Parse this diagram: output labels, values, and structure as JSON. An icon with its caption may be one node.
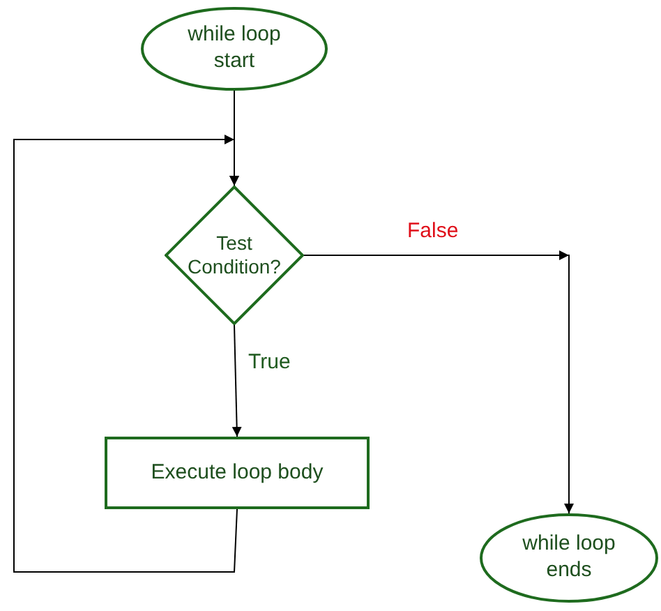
{
  "diagram": {
    "nodes": [
      {
        "text": [
          "while loop start"
        ]
      },
      {
        "text": [
          "Test Condition?"
        ]
      },
      {
        "text": [
          "Execute loop body"
        ]
      },
      {
        "text": [
          "while loop ends"
        ]
      }
    ],
    "edges": [
      {
        "from": 0,
        "to": 1,
        "arrow": "to"
      },
      {
        "from": 1,
        "to": 2,
        "arrow": "to",
        "label": "True"
      },
      {
        "from": 2,
        "to": 1,
        "arrow": "to"
      },
      {
        "from": 1,
        "to": 3,
        "arrow": "to",
        "label": "False"
      }
    ]
  }
}
